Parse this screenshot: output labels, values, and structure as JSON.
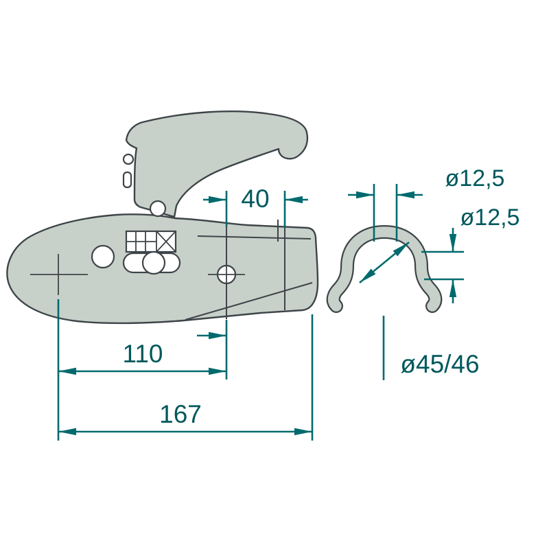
{
  "drawing": {
    "title": "trailer-coupling-technical-drawing",
    "dimensions": {
      "hook_offset": "40",
      "top_hole_diameter": "ø12,5",
      "side_hole_diameter": "ø12,5",
      "center_length": "110",
      "total_length": "167",
      "clamp_diameter": "ø45/46"
    },
    "colors": {
      "dimension_lines": "#006a6e",
      "dimension_text": "#00585c",
      "part_fill": "#c7d1ca",
      "part_outline": "#3e4448",
      "background": "#ffffff"
    }
  }
}
